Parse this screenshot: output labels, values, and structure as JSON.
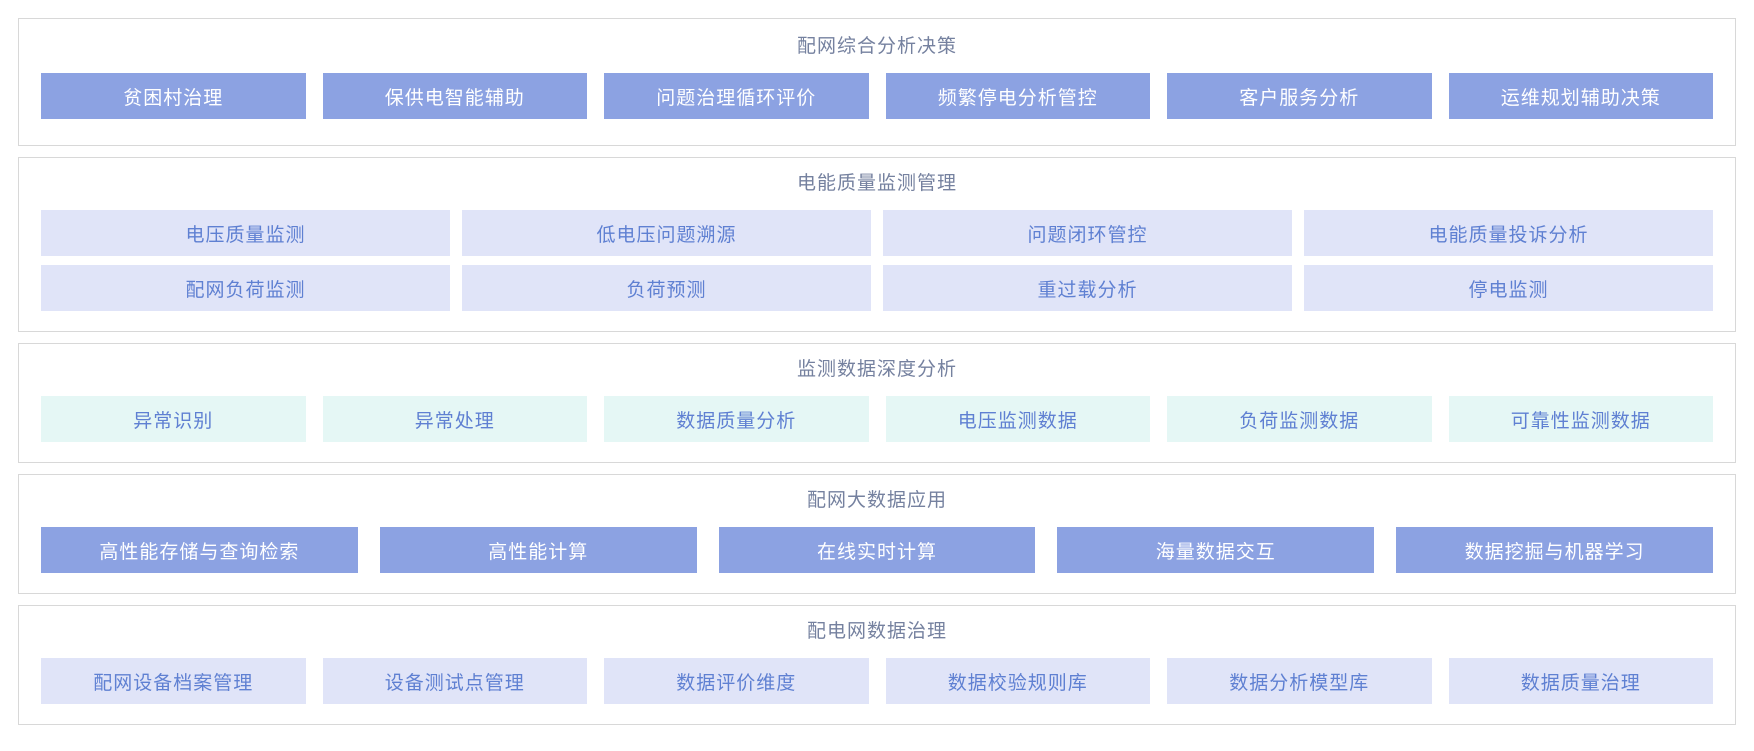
{
  "colors": {
    "panel_border": "#D8D8D8",
    "panel_background": "#FFFFFF",
    "section_title_text": "#75819F",
    "solid_tile_background": "#8CA2E2",
    "solid_tile_text": "#FFFFFF",
    "lavender_tile_background": "#E0E4F8",
    "teal_tile_background": "#E5F7F5",
    "light_tile_text": "#5F80D2"
  },
  "sections": [
    {
      "title": "配网综合分析决策",
      "style": "solid",
      "rows": [
        [
          "贫困村治理",
          "保供电智能辅助",
          "问题治理循环评价",
          "频繁停电分析管控",
          "客户服务分析",
          "运维规划辅助决策"
        ]
      ]
    },
    {
      "title": "电能质量监测管理",
      "style": "lavender",
      "rows": [
        [
          "电压质量监测",
          "低电压问题溯源",
          "问题闭环管控",
          "电能质量投诉分析"
        ],
        [
          "配网负荷监测",
          "负荷预测",
          "重过载分析",
          "停电监测"
        ]
      ]
    },
    {
      "title": "监测数据深度分析",
      "style": "teal",
      "rows": [
        [
          "异常识别",
          "异常处理",
          "数据质量分析",
          "电压监测数据",
          "负荷监测数据",
          "可靠性监测数据"
        ]
      ]
    },
    {
      "title": "配网大数据应用",
      "style": "solid",
      "rows": [
        [
          "高性能存储与查询检索",
          "高性能计算",
          "在线实时计算",
          "海量数据交互",
          "数据挖掘与机器学习"
        ]
      ]
    },
    {
      "title": "配电网数据治理",
      "style": "lavender",
      "rows": [
        [
          "配网设备档案管理",
          "设备测试点管理",
          "数据评价维度",
          "数据校验规则库",
          "数据分析模型库",
          "数据质量治理"
        ]
      ]
    }
  ]
}
